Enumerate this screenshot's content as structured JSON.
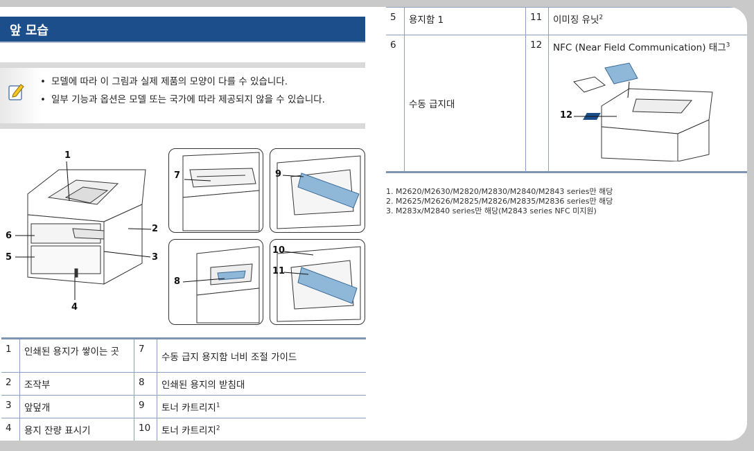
{
  "section_title": "앞 모습",
  "note": {
    "icon": "note-pencil-icon",
    "items": [
      "모델에 따라 이 그림과 실제 제품의 모양이 다를 수 있습니다.",
      "일부 기능과 옵션은 모델 또는 국가에 따라 제공되지 않을 수 있습니다."
    ]
  },
  "callouts": {
    "main": [
      "1",
      "2",
      "3",
      "4",
      "5",
      "6"
    ],
    "thumb_a": "7",
    "thumb_b": "9",
    "thumb_c": "8",
    "thumb_d": [
      "10",
      "11"
    ],
    "nfc": "12"
  },
  "table_left": [
    {
      "n1": "1",
      "l1": "인쇄된 용지가 쌓이는 곳",
      "n2": "7",
      "l2": "수동 급지 용지함 너비 조절 가이드",
      "s2": ""
    },
    {
      "n1": "2",
      "l1": "조작부",
      "n2": "8",
      "l2": "인쇄된 용지의 받침대",
      "s2": ""
    },
    {
      "n1": "3",
      "l1": "앞덮개",
      "n2": "9",
      "l2": "토너 카트리지",
      "s2": "1"
    },
    {
      "n1": "4",
      "l1": "용지 잔량 표시기",
      "n2": "10",
      "l2": "토너 카트리지",
      "s2": "2"
    }
  ],
  "table_right": [
    {
      "n1": "5",
      "l1": "용지함 1",
      "n2": "11",
      "l2": "이미징 유닛",
      "s2": "2"
    },
    {
      "n1": "6",
      "l1": "수동 급지대",
      "n2": "12",
      "l2": "NFC (Near Field Communication) 태그",
      "s2": "3"
    }
  ],
  "footnotes": [
    "1.  M2620/M2630/M2820/M2830/M2840/M2843 series만 해당",
    "2.  M2625/M2626/M2825/M2826/M2835/M2836 series만 해당",
    "3.  M283x/M2840 series만 해당(M2843 series NFC 미지원)"
  ],
  "colors": {
    "title_bar": "#1d4e8c",
    "table_rule": "#7d94b5",
    "highlight_blue": "#8fb8d8"
  }
}
